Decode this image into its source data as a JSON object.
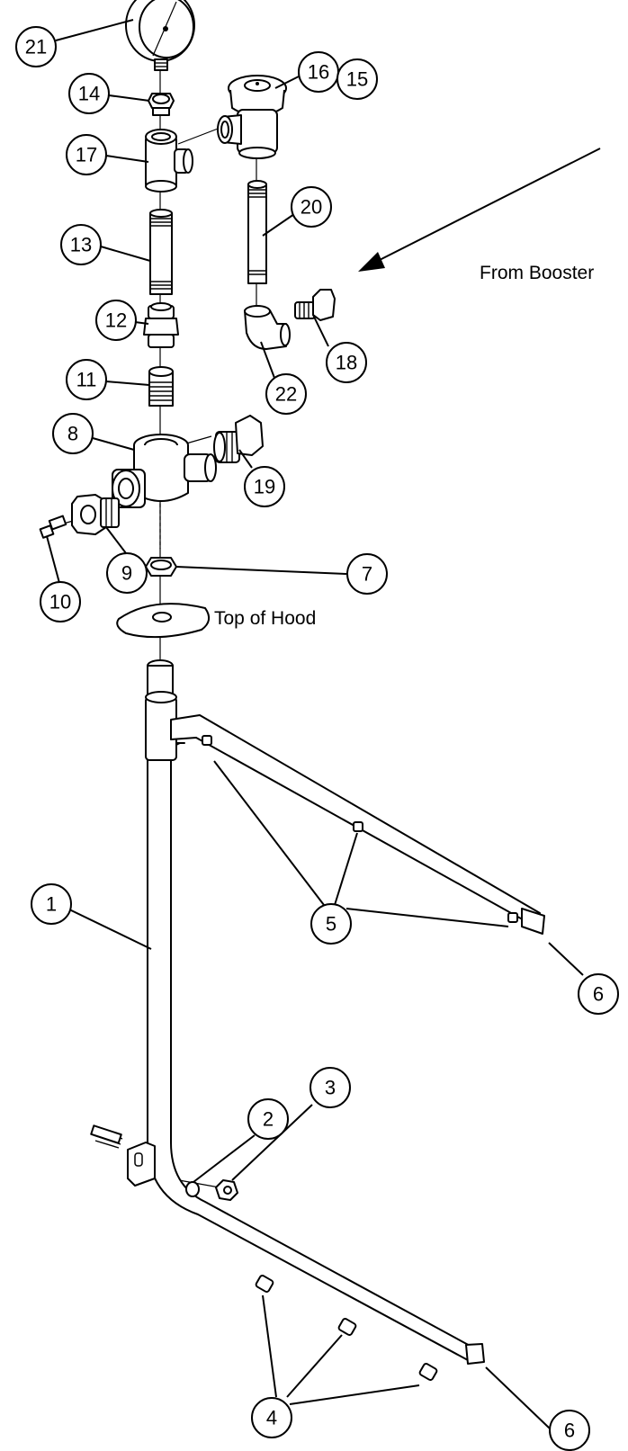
{
  "labels": {
    "from_booster": "From Booster",
    "top_of_hood": "Top of Hood"
  },
  "callouts": [
    "21",
    "14",
    "16",
    "15",
    "17",
    "20",
    "13",
    "12",
    "18",
    "22",
    "11",
    "8",
    "19",
    "9",
    "7",
    "10",
    "5",
    "1",
    "6",
    "2",
    "3",
    "4",
    "6"
  ]
}
